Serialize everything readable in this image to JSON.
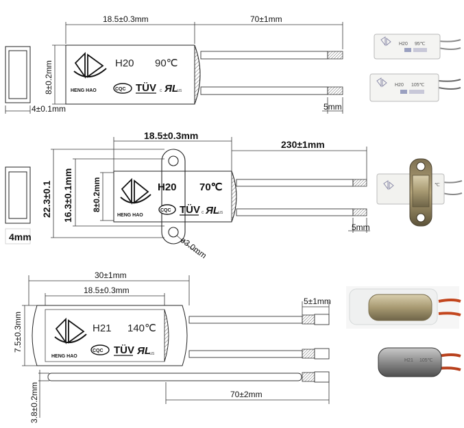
{
  "row1": {
    "dims": {
      "length": "18.5±0.3mm",
      "lead": "70±1mm",
      "height": "8±0.2mm",
      "end_width": "4±0.1mm",
      "strip": "5mm"
    },
    "model": "H20",
    "temp": "90℃",
    "brand": "HENG HAO",
    "photo_top": {
      "model": "H20",
      "temp": "95℃"
    },
    "photo_bottom": {
      "model": "H20",
      "temp": "105℃"
    }
  },
  "row2": {
    "dims": {
      "length": "18.5±0.3mm",
      "lead": "230±1mm",
      "total_height": "22.3±0.1",
      "hole_pitch": "16.3±0.1mm",
      "height": "8±0.2mm",
      "end_width": "4mm",
      "hole": "ø3.0mm",
      "strip": "5mm"
    },
    "model": "H20",
    "temp": "70℃",
    "brand": "HENG HAO",
    "photo": {
      "temp": "℃"
    }
  },
  "row3": {
    "dims": {
      "total": "30±1mm",
      "length": "18.5±0.3mm",
      "strip": "5±1mm",
      "height": "7.5±0.3mm",
      "sleeve": "3.8±0.2mm",
      "lead": "70±2mm"
    },
    "model": "H21",
    "temp": "140℃",
    "brand": "HENG HAO",
    "photo_bottom": {
      "model": "H21",
      "temp": "105℃"
    }
  },
  "marks": {
    "cqc": "CQC",
    "tuv": "TÜV",
    "ul_c": "c",
    "ul_us": "us",
    "ul": "ЯL"
  }
}
